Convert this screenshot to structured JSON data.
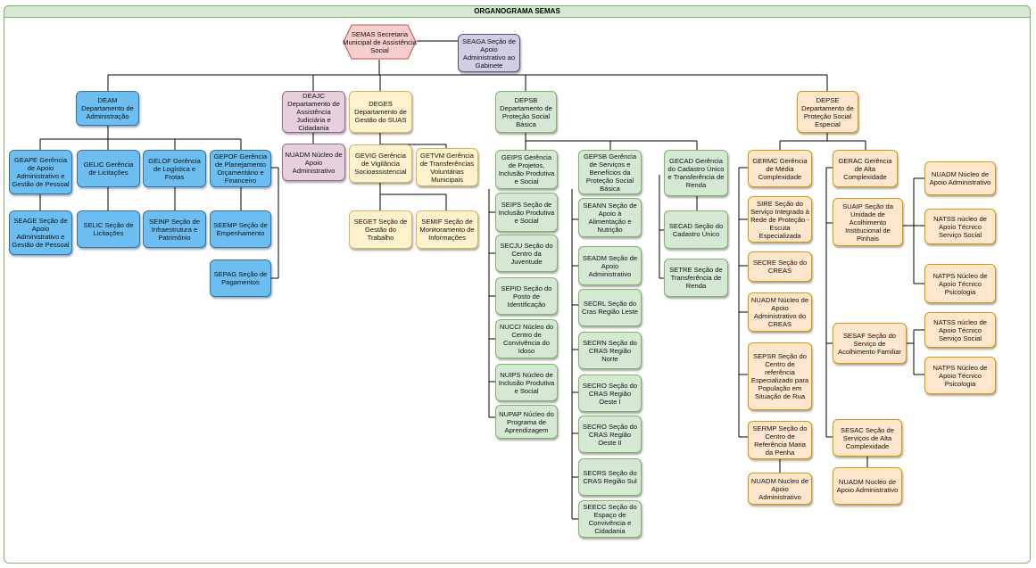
{
  "title": "ORGANOGRAMA SEMAS",
  "root": "SEMAS Secretaria Municipal de Assistência Social",
  "seaga": "SEAGA Seção de Apoio Administrativo ao Gabinete",
  "deam": {
    "head": "DEAM Departamento de Administração",
    "geape": "GEAPE Gerência de Apoio Administrativo e Gestão de Pessoal",
    "seage": "SEAGE Seção de Apoio Administrativo e Gestão de Pessoal",
    "gelic": "GELIC Gerência de Licitações",
    "selic": "SELIC Seção de Licitações",
    "gelof": "GELOF Gerência de Logística e Frotas",
    "seinp": "SEINP Seção de Infraestrutura e Patrimônio",
    "gepof": "GEPOF Gerência de Planejamento Orçamentário e Financeiro",
    "seemp": "SEEMP Seção de Empenhamento",
    "sepag": "SEPAG Seção de Pagamentos"
  },
  "deajc": {
    "head": "DEAJC Departamento de Assistência Judiciária e Cidadania",
    "nuadm": "NUADM Núcleo de Apoio Administrativo"
  },
  "deges": {
    "head": "DEGES Departamento de Gestão do SUAS",
    "gevig": "GEVIG Gerência de Vigilância Socioassistencial",
    "getvm": "GETVM Gerência de Transferências Voluntárias Municipais",
    "seget": "SEGET Seção de Gestão do Trabalho",
    "semif": "SEMIF Seção de Monitoramento de Informações"
  },
  "depsb": {
    "head": "DEPSB Departamento de Proteção Social Básica",
    "geips": "GEIPS Gerência de Projetos, Inclusão Produtiva e Social",
    "seips": "SEIPS Seção de Inclusão Produtiva e Social",
    "secju": "SECJU Seção do Centro da Juventude",
    "sepid": "SEPID Seção do Posto de Identificação",
    "nucci": "NUCCI Núcleo do Centro de Convivência do Idoso",
    "nuips": "NUIPS Núcleo de Inclusão Produtiva  e Social",
    "nupap": "NUPAP Núcleo do Programa de Aprendizagem",
    "gepsb": "GEPSB Gerência de Serviços e Benefícios da Proteção Social Básica",
    "seann": "SEANN Seção de Apoio à Alimentação e Nutrição",
    "seadm": "SEADM Seção de Apoio Administrativo",
    "secrl": "SECRL Seção do Cras Região Leste",
    "secrn": "SECRN Seção do CRAS Região Norte",
    "secro1": "SECRO Seção do CRAS Região Oeste I",
    "secro2": "SECRO Seção do CRAS Região Oeste II",
    "secrs": "SECRS Seção do CRAS Região Sul",
    "seecc": "SEECC Seção do Espaço de Convivência e Cidadania",
    "gecad": "GECAD Gerência do Cadastro Único e Transferência de Renda",
    "secad": "SECAD Seção do Cadastro Único",
    "setre": "SETRE Seção de Transferência de Renda"
  },
  "depse": {
    "head": "DEPSE Departamento de Proteção Social Especial",
    "germc": "GERMC Gerência de Média Complexidade",
    "sire": "SIRE Seção do Serviço Integrado à Rede de Proteção - Escuta Especializada",
    "secre": "SECRE Seção do CREAS",
    "nuadm_creas": "NUADM Núcleo de Apoio Administrativo do CREAS",
    "sepsr": "SEPSR Seção do Centro de referência Especializado para População em Situação de Rua",
    "sermp": "SERMP Seção do Centro de Referência Maria da Penha",
    "nuadm_media": "NUADM Nucleo de Apoio Administrativo",
    "gerac": "GERAC Gerência de Alta Complexidade",
    "suaip": "SUAIP Seção da Unidade de Acolhimento Institucional de Pinhais",
    "sesaf": "SESAF Seção do Serviço de Acolhimento Familiar",
    "sesac": "SESAC Seção de Serviços de Alta Complexidade",
    "nuadm_alta": "NUADM Nucleo de Apoio Administrativo",
    "nuadm_suaip": "NUADM Núcleo de Apoio Administrativo",
    "natss_suaip": "NATSS núcleo de Apoio Técnico Serviço Social",
    "natps_suaip": "NATPS Núcleo de Apoio Técnico Psicologia",
    "natss_sesaf": "NATSS núcleo de Apoio Técnico Serviço Social",
    "natps_sesaf": "NATPS Núcleo de Apoio Técnico Psicologia"
  }
}
